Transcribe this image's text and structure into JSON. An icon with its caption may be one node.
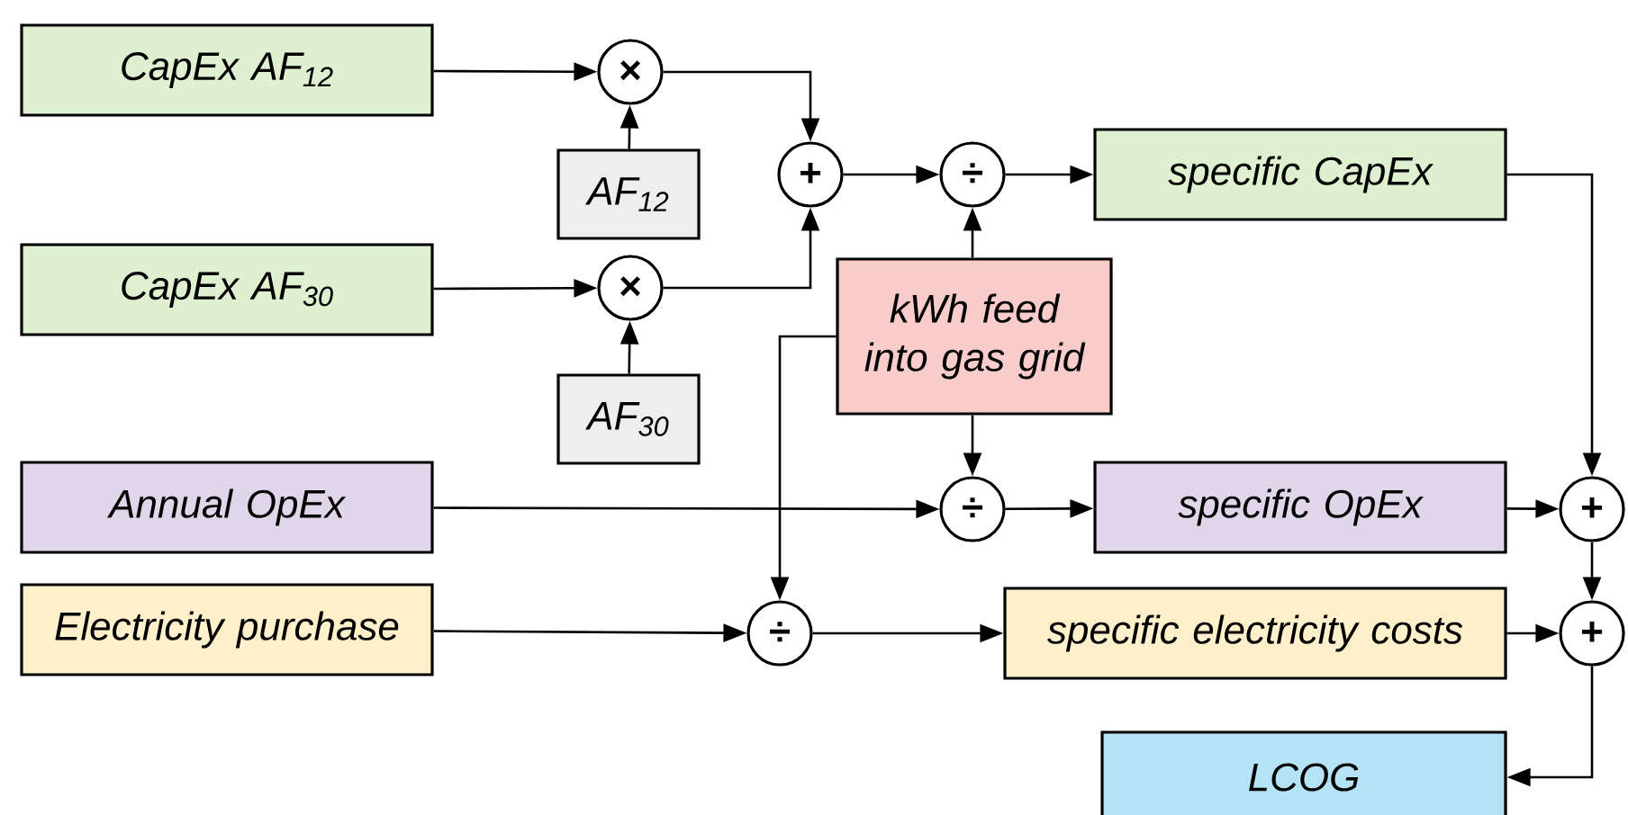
{
  "diagram": {
    "nodes": [
      {
        "text": [
          "CapEx AF$_{12}$"
        ]
      },
      {
        "text": [
          "×"
        ]
      },
      {
        "text": [
          "AF$_{12}$"
        ]
      },
      {
        "text": [
          "+"
        ]
      },
      {
        "text": [
          "÷"
        ]
      },
      {
        "text": [
          "specific CapEx"
        ]
      },
      {
        "text": [
          "CapEx AF$_{30}$"
        ]
      },
      {
        "text": [
          "×"
        ]
      },
      {
        "text": [
          "kWh feed into gas grid"
        ]
      },
      {
        "text": [
          "AF$_{30}$"
        ]
      },
      {
        "text": [
          "Annual OpEx"
        ]
      },
      {
        "text": [
          "÷"
        ]
      },
      {
        "text": [
          "specific OpEx"
        ]
      },
      {
        "text": [
          "+"
        ]
      },
      {
        "text": [
          "Electricity purchase"
        ]
      },
      {
        "text": [
          "÷"
        ]
      },
      {
        "text": [
          "specific electricity costs"
        ]
      },
      {
        "text": [
          "+"
        ]
      },
      {
        "text": [
          "LCOG"
        ]
      }
    ],
    "edges": [
      {
        "from": 0,
        "to": 1,
        "arrow": "to"
      },
      {
        "from": 2,
        "to": 1,
        "arrow": "to"
      },
      {
        "from": 1,
        "to": 3,
        "arrow": "to"
      },
      {
        "from": 6,
        "to": 7,
        "arrow": "to"
      },
      {
        "from": 9,
        "to": 7,
        "arrow": "to"
      },
      {
        "from": 7,
        "to": 3,
        "arrow": "to"
      },
      {
        "from": 3,
        "to": 4,
        "arrow": "to"
      },
      {
        "from": 8,
        "to": 4,
        "arrow": "to"
      },
      {
        "from": 4,
        "to": 5,
        "arrow": "to"
      },
      {
        "from": 8,
        "to": 11,
        "arrow": "to"
      },
      {
        "from": 10,
        "to": 11,
        "arrow": "to"
      },
      {
        "from": 11,
        "to": 12,
        "arrow": "to"
      },
      {
        "from": 8,
        "to": 15,
        "arrow": "to"
      },
      {
        "from": 14,
        "to": 15,
        "arrow": "to"
      },
      {
        "from": 15,
        "to": 16,
        "arrow": "to"
      },
      {
        "from": 5,
        "to": 13,
        "arrow": "to"
      },
      {
        "from": 12,
        "to": 13,
        "arrow": "to"
      },
      {
        "from": 13,
        "to": 17,
        "arrow": "to"
      },
      {
        "from": 16,
        "to": 17,
        "arrow": "to"
      },
      {
        "from": 17,
        "to": 18,
        "arrow": "to"
      }
    ]
  }
}
